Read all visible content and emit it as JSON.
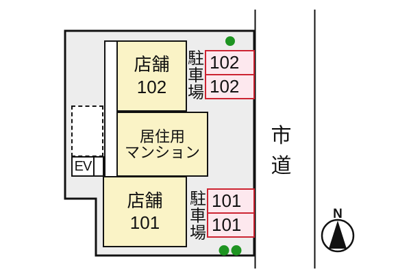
{
  "plan_title": "site-plan",
  "colors": {
    "plot_fill": "#ededed",
    "outline": "#111111",
    "building_fill": "#faf3c6",
    "parking_fill": "#fde8ee",
    "parking_border": "#cc2230",
    "tree_green": "#1e9421",
    "compass_fill": "#ffffff",
    "needle_fill": "#111111"
  },
  "buildings": {
    "shop102": {
      "line1": "店舗",
      "line2": "102"
    },
    "residence": {
      "line1": "居住用",
      "line2": "マンション"
    },
    "shop101": {
      "line1": "店舗",
      "line2": "101"
    }
  },
  "elevator": {
    "label": "EV"
  },
  "parking_top": {
    "label": "駐車場",
    "chars": [
      "駐",
      "車",
      "場"
    ],
    "space1": "102",
    "space2": "102"
  },
  "parking_bottom": {
    "label": "駐車場",
    "chars": [
      "駐",
      "車",
      "場"
    ],
    "space1": "101",
    "space2": "101"
  },
  "road": {
    "label": "市道"
  },
  "compass": {
    "label": "N"
  }
}
